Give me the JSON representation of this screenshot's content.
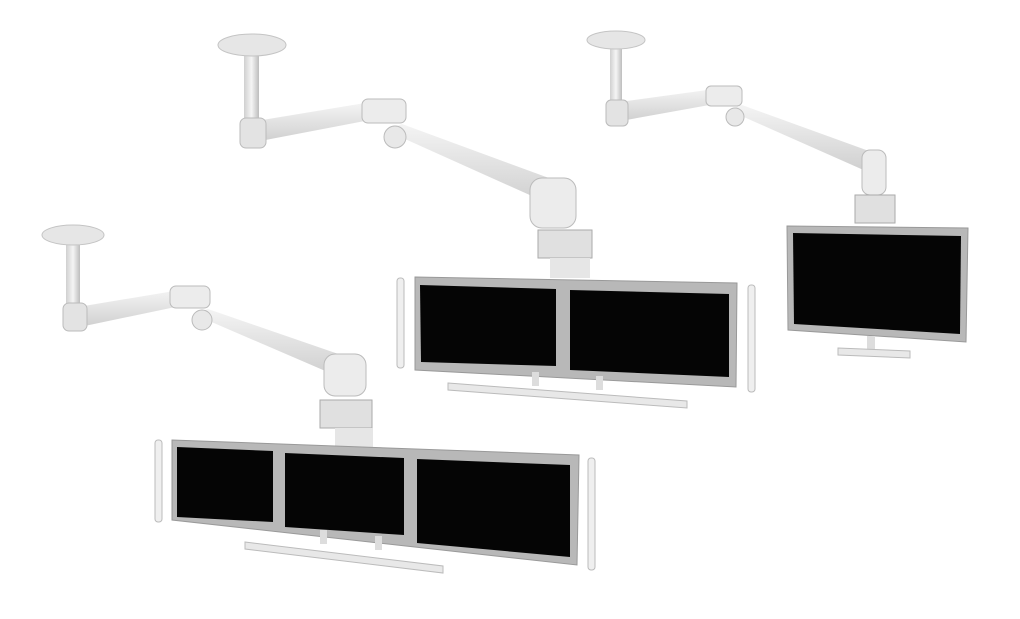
{
  "colors": {
    "background": "#ffffff",
    "arm": "#e9e9e9",
    "arm_shade": "#c8c8c8",
    "bezel": "#b5b5b5",
    "screen": "#050505"
  },
  "products": [
    {
      "name": "single-monitor-ceiling-mount",
      "screens": 1
    },
    {
      "name": "dual-monitor-ceiling-mount",
      "screens": 2
    },
    {
      "name": "triple-monitor-ceiling-mount",
      "screens": 3
    }
  ]
}
